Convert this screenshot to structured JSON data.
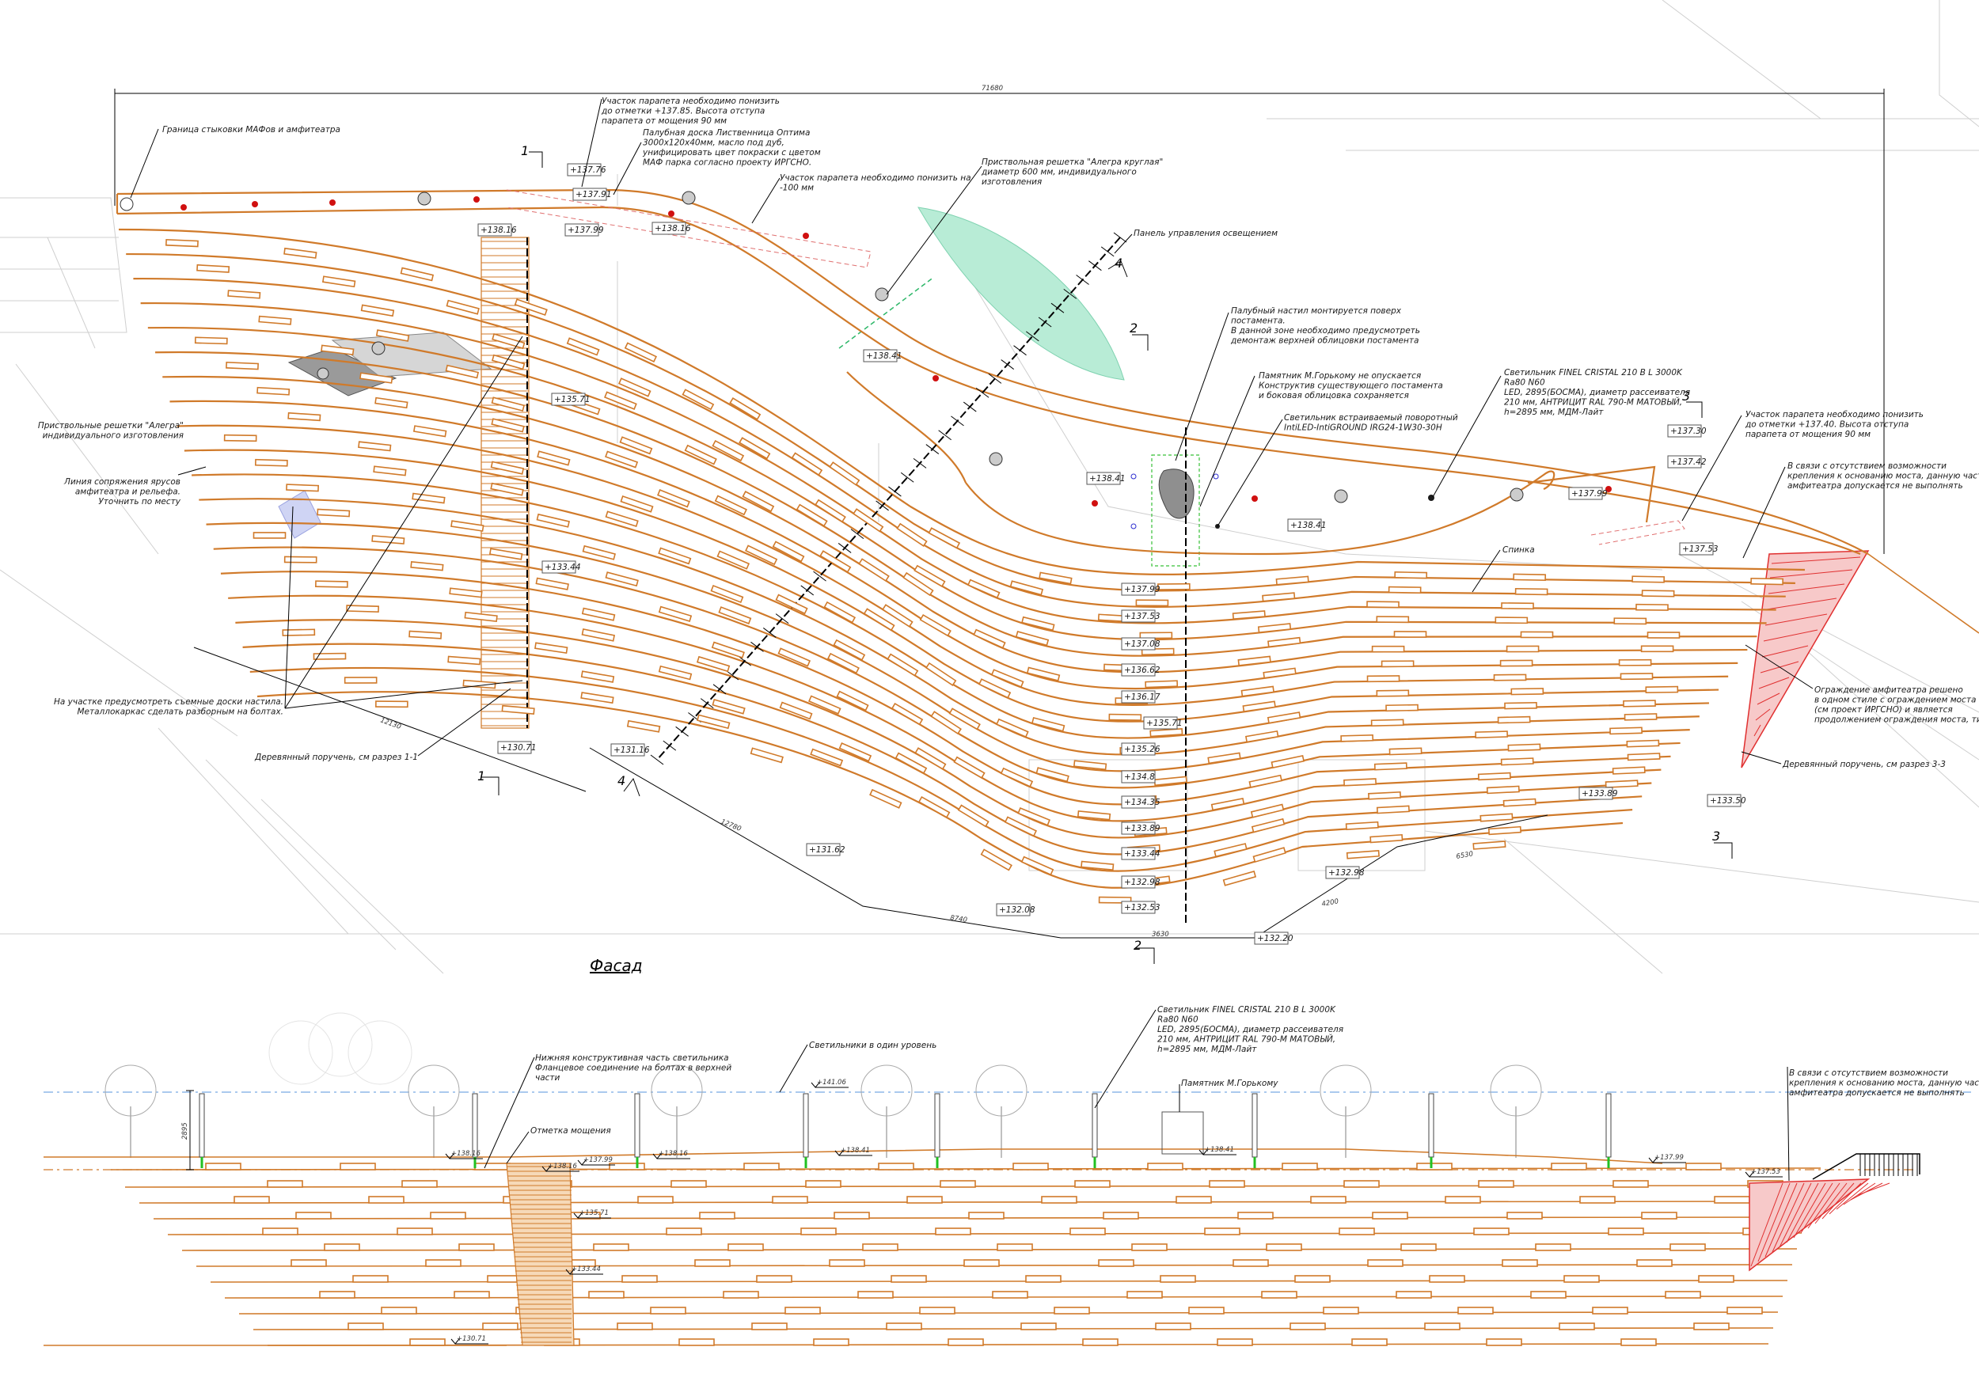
{
  "overall_dimension": "71680",
  "title_facade": "Фасад",
  "notes": {
    "n1": [
      "Граница стыковки МАФов и амфитеатра"
    ],
    "n2": [
      "Участок парапета необходимо понизить",
      "до отметки +137.85. Высота отступа",
      "парапета от мощения 90 мм"
    ],
    "n3": [
      "Палубная доска Лиственница Оптима",
      "3000х120х40мм, масло под дуб,",
      "унифицировать цвет покраски с цветом",
      "МАФ парка согласно проекту ИРГСНО."
    ],
    "n4": [
      "Участок парапета необходимо понизить на",
      "-100 мм"
    ],
    "n5": [
      "Приствольная решетка \"Алегра круглая\"",
      "диаметр 600 мм, индивидуального",
      "изготовления"
    ],
    "n6": [
      "Панель управления освещением"
    ],
    "n7": [
      "Палубный настил монтируется поверх",
      "постамента.",
      "В данной зоне необходимо предусмотреть",
      "демонтаж верхней облицовки постамента"
    ],
    "n8": [
      "Памятник М.Горькому не опускается",
      "Конструктив существующего постамента",
      "и боковая облицовка сохраняется"
    ],
    "n9": [
      "Светильник встраиваемый поворотный",
      "IntiLED-IntiGROUND IRG24-1W30-30H"
    ],
    "n10": [
      "Светильник FINEL CRISTAL 210 B L 3000K",
      "Ra80 N60",
      "LED, 2895(БОСМА), диаметр рассеивателя",
      "210 мм, АНТРИЦИТ RAL 790-М МАТОВЫЙ,",
      "h=2895 мм, МДМ-Лайт"
    ],
    "n11": [
      "Участок парапета необходимо понизить",
      "до отметки +137.40. Высота отступа",
      "парапета от мощения 90 мм"
    ],
    "n12": [
      "В связи с отсутствием возможности",
      "крепления к основанию моста, данную часть",
      "амфитеатра допускается не выполнять"
    ],
    "n13": [
      "Приствольные решетки \"Алегра\"",
      "индивидуального изготовления"
    ],
    "n14": [
      "Линия сопряжения ярусов",
      "амфитеатра и рельефа.",
      "Уточнить по месту"
    ],
    "n15": [
      "На участке предусмотреть съемные доски настила.",
      "Металлокаркас сделать разборным на болтах."
    ],
    "n16": [
      "Деревянный поручень, см разрез 1-1"
    ],
    "n17": [
      "Спинка"
    ],
    "n18": [
      "Ограждение амфитеатра решено",
      "в одном стиле с ограждением моста",
      "(см проект ИРГСНО) и является",
      "продолжением ограждения моста, тип 04"
    ],
    "n19": [
      "Деревянный поручень, см разрез 3-3"
    ],
    "f1": [
      "Нижняя конструктивная часть светильника",
      "Фланцевое соединение на болтах в верхней",
      "части"
    ],
    "f2": [
      "Отметка мощения"
    ],
    "f3": [
      "Светильники в один уровень"
    ],
    "f4": [
      "Светильник FINEL CRISTAL 210 B L 3000K",
      "Ra80 N60",
      "LED, 2895(БОСМА), диаметр рассеивателя",
      "210 мм, АНТРИЦИТ RAL 790-М МАТОВЫЙ,",
      "h=2895 мм, МДМ-Лайт"
    ],
    "f5": [
      "Памятник М.Горькому"
    ],
    "f6": [
      "В связи с отсутствием возможности",
      "крепления к основанию моста, данную часть",
      "амфитеатра допускается не выполнять"
    ]
  },
  "levels": {
    "l137_76": "+137.76",
    "l137_91": "+137.91",
    "l138_16a": "+138.16",
    "l138_16b": "+138.16",
    "l137_99": "+137.99",
    "l138_41a": "+138.41",
    "l135_71": "+135.71",
    "l133_44": "+133.44",
    "l130_71": "+130.71",
    "l131_16": "+131.16",
    "l138_41b": "+138.41",
    "l138_41c": "+138.41",
    "l137_30": "+137.30",
    "l137_42": "+137.42",
    "l137_99b": "+137.99",
    "l137_53b": "+137.53",
    "c1": "+137.99",
    "c2": "+137.53",
    "c3": "+137.08",
    "c4": "+136.62",
    "c5": "+136.17",
    "c6": "+135.71",
    "c7": "+135.26",
    "c8": "+134.8",
    "c9": "+134.35",
    "c10": "+133.89",
    "c11": "+133.44",
    "c12": "+132.98",
    "c13": "+132.53",
    "l131_62": "+131.62",
    "l132_08": "+132.08",
    "l132_98": "+132.98",
    "l132_20": "+132.20",
    "l133_89": "+133.89",
    "l133_50": "+133.50"
  },
  "facade_levels": {
    "a": "+138.16",
    "b": "+138.16",
    "c": "+137.99",
    "d": "+138.16",
    "e": "+141.06",
    "f": "+138.41",
    "g": "+138.41",
    "h": "+137.99",
    "i": "+137.53",
    "j": "+135.71",
    "k": "+133.44",
    "l": "+130.71"
  },
  "dims": {
    "d_2895": "2895",
    "d_12130": "12130",
    "d_12780": "12780",
    "d_8740": "8740",
    "d_3630": "3630",
    "d_4200": "4200",
    "d_6530": "6530"
  },
  "section_marks": {
    "s1a": "1",
    "s1b": "1",
    "s2a": "2",
    "s2b": "2",
    "s3a": "3",
    "s3b": "3",
    "s4a": "4",
    "s4b": "4"
  }
}
